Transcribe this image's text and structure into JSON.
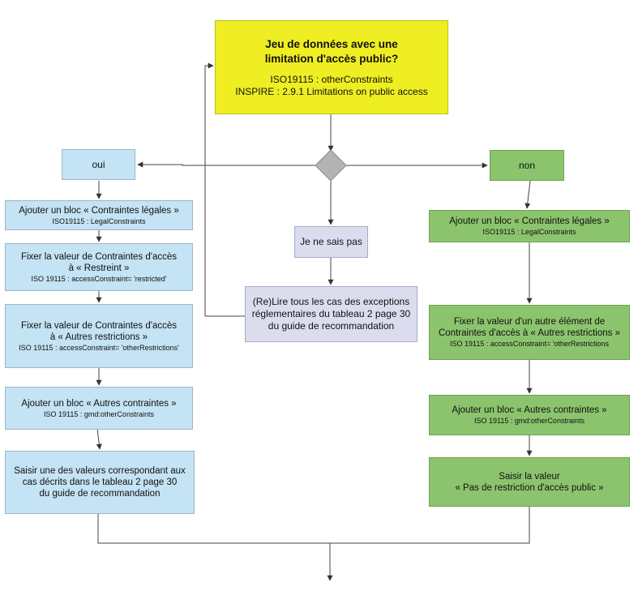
{
  "start": {
    "title_line1": "Jeu de données avec une",
    "title_line2": "limitation d'accès public?",
    "ref_line1": "ISO19115 : otherConstraints",
    "ref_line2": "INSPIRE : 2.9.1 Limitations on public access"
  },
  "answers": {
    "yes": "oui",
    "no": "non",
    "unknown": "Je ne sais pas"
  },
  "unknown_branch": {
    "reread_line1": "(Re)Lire tous les cas des exceptions",
    "reread_line2": "réglementaires du tableau 2 page 30",
    "reread_line3": "du guide de recommandation"
  },
  "yes_branch": [
    {
      "text": [
        "Ajouter un bloc « Contraintes légales »"
      ],
      "sub": [
        "ISO19115 : LegalConstraints"
      ]
    },
    {
      "text": [
        "Fixer la valeur de Contraintes d'accès",
        "à « Restreint »"
      ],
      "sub": [
        "ISO 19115 : accessConstraint= 'restricted'"
      ]
    },
    {
      "text": [
        "Fixer la valeur de Contraintes d'accès",
        "à « Autres restrictions »"
      ],
      "sub": [
        "ISO 19115 : accessConstraint= 'otherRestrictions'"
      ]
    },
    {
      "text": [
        "Ajouter un bloc « Autres contraintes »"
      ],
      "sub": [
        "ISO 19115 : gmd:otherConstraints"
      ]
    },
    {
      "text": [
        "Saisir une des valeurs correspondant aux",
        "cas décrits dans le tableau 2 page 30",
        "du guide de recommandation"
      ],
      "sub": []
    }
  ],
  "no_branch": [
    {
      "text": [
        "Ajouter un bloc « Contraintes légales »"
      ],
      "sub": [
        "ISO19115 : LegalConstraints"
      ]
    },
    {
      "text": [
        "Fixer la valeur d'un autre élément de",
        "Contraintes  d'accès à « Autres restrictions »"
      ],
      "sub": [
        "ISO 19115 : accessConstraint= 'otherRestrictions"
      ]
    },
    {
      "text": [
        "Ajouter un bloc « Autres contraintes »"
      ],
      "sub": [
        "ISO 19115 : gmd:otherConstraints"
      ]
    },
    {
      "text": [
        "Saisir la valeur",
        "« Pas de restriction d'accès public »"
      ],
      "sub": []
    }
  ],
  "colors": {
    "yellow": "#eeee22",
    "blue": "#c4e3f4",
    "green": "#8bc46d",
    "lavender": "#dcdcef",
    "decision": "#b3b3b3",
    "line": "#333333"
  }
}
